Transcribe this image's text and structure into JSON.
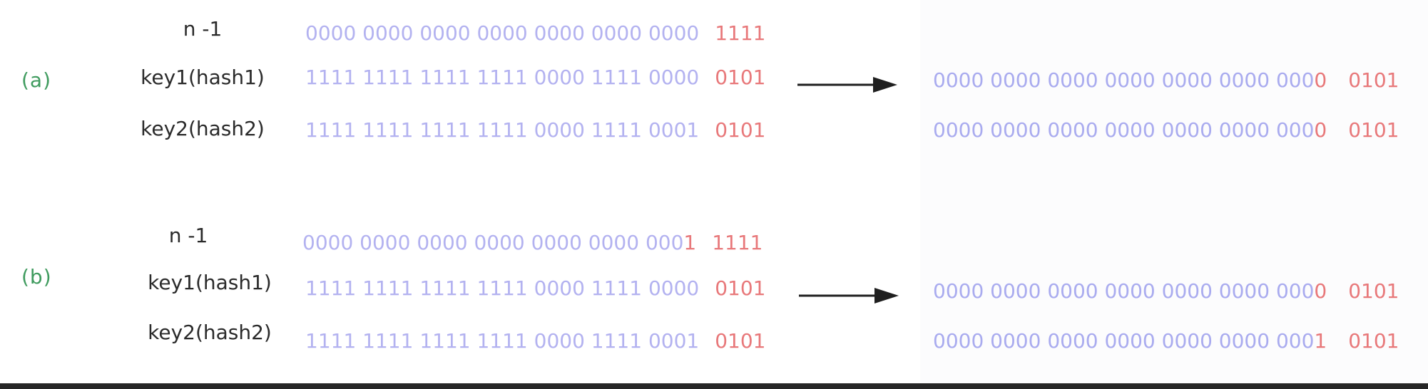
{
  "panel_a": {
    "tag": "(a)",
    "rows": [
      {
        "label": "n -1",
        "high": "0000 0000 0000 0000 0000 0000 0000",
        "low": "1111"
      },
      {
        "label": "key1(hash1)",
        "high": "1111 1111 1111 1111 0000 1111 0000",
        "low": "0101"
      },
      {
        "label": "key2(hash2)",
        "high": "1111 1111 1111 1111 0000 1111 0001",
        "low": "0101"
      }
    ],
    "results": [
      {
        "high": "0000 0000 0000 0000 0000 0000 000",
        "bit": "0",
        "low": "0101"
      },
      {
        "high": "0000 0000 0000 0000 0000 0000 000",
        "bit": "0",
        "low": "0101"
      }
    ]
  },
  "panel_b": {
    "tag": "(b)",
    "rows": [
      {
        "label": "n -1",
        "high": "0000 0000 0000 0000 0000 0000 000",
        "accent": "1",
        "low": "1111"
      },
      {
        "label": "key1(hash1)",
        "high": "1111 1111 1111 1111 0000 1111 0000",
        "low": "0101"
      },
      {
        "label": "key2(hash2)",
        "high": "1111 1111 1111 1111 0000 1111 0001",
        "low": "0101"
      }
    ],
    "results": [
      {
        "high": "0000 0000 0000 0000 0000 0000 000",
        "bit": "0",
        "low": "0101"
      },
      {
        "high": "0000 0000 0000 0000 0000 0000 000",
        "bit": "1",
        "low": "0101"
      }
    ]
  },
  "colors": {
    "high_bits": "#b3b2f0",
    "low_bits": "#e8787a",
    "tag": "#3f9b5e",
    "label": "#2a2a2a",
    "arrow": "#1f1f1f"
  }
}
